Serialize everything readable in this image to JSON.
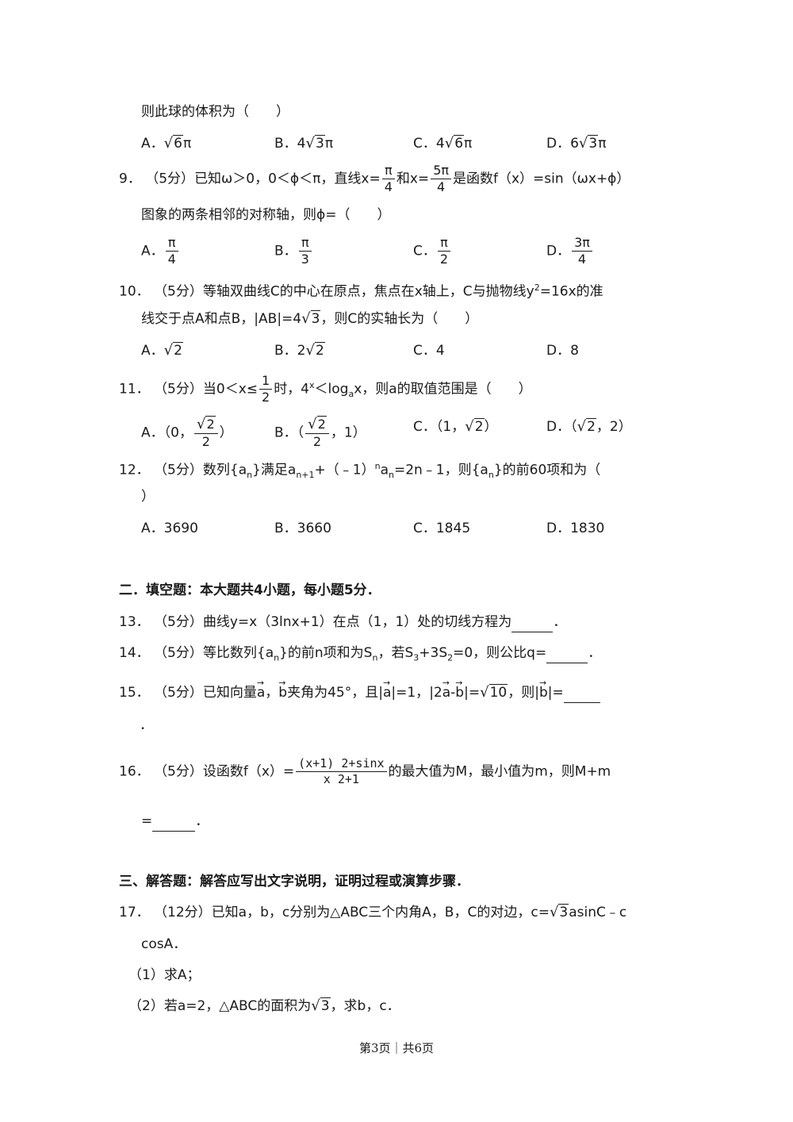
{
  "q8": {
    "cont": "则此球的体积为（　　）",
    "A_label": "A．",
    "A_coef": "",
    "A_rad": "6",
    "A_tail": "π",
    "B_label": "B．",
    "B_coef": "4",
    "B_rad": "3",
    "B_tail": "π",
    "C_label": "C．",
    "C_coef": "4",
    "C_rad": "6",
    "C_tail": "π",
    "D_label": "D．",
    "D_coef": "6",
    "D_rad": "3",
    "D_tail": "π"
  },
  "q9": {
    "num": "9．",
    "score": "（5分）",
    "t1": "已知ω＞0，0＜ϕ＜π，直线x=",
    "f1_num": "π",
    "f1_den": "4",
    "t2": "和x=",
    "f2_num": "5π",
    "f2_den": "4",
    "t3": "是函数f（x）=sin（ωx+ϕ）",
    "cont": "图象的两条相邻的对称轴，则ϕ=（　　）",
    "A_label": "A．",
    "A_num": "π",
    "A_den": "4",
    "B_label": "B．",
    "B_num": "π",
    "B_den": "3",
    "C_label": "C．",
    "C_num": "π",
    "C_den": "2",
    "D_label": "D．",
    "D_num": "3π",
    "D_den": "4"
  },
  "q10": {
    "num": "10．",
    "score": "（5分）",
    "t1": "等轴双曲线C的中心在原点，焦点在x轴上，C与抛物线y",
    "sup": "2",
    "t2": "=16x的准",
    "c1": "线交于点A和点B，",
    "c2": "|AB|=4",
    "c_rad": "3",
    "c3": "，则C的实轴长为（　　）",
    "A_label": "A．",
    "A_rad": "2",
    "B_label": "B．",
    "B_coef": "2",
    "B_rad": "2",
    "C_label": "C．",
    "C_text": "4",
    "D_label": "D．",
    "D_text": "8"
  },
  "q11": {
    "num": "11．",
    "score": "（5分）",
    "t1": "当0＜x≤",
    "f_num": "1",
    "f_den": "2",
    "t2": "时，4",
    "sup": "x",
    "t3": "＜log",
    "sub": "a",
    "t4": "x，则a的取值范围是（　　）",
    "A_label": "A．",
    "A_pre": "（0，",
    "A_rad": "2",
    "A_den": "2",
    "A_post": "）",
    "B_label": "B．",
    "B_pre": "（",
    "B_rad": "2",
    "B_den": "2",
    "B_post": "，1）",
    "C_label": "C．",
    "C_pre": "（1，",
    "C_rad": "2",
    "C_post": "）",
    "D_label": "D．",
    "D_pre": "（",
    "D_rad": "2",
    "D_post": "，2）"
  },
  "q12": {
    "num": "12．",
    "score": "（5分）",
    "t1": "数列{a",
    "s1": "n",
    "t2": "}满足a",
    "s2": "n+1",
    "t3": "+（﹣1）",
    "p1": "n",
    "t4": "a",
    "s3": "n",
    "t5": "=2n﹣1，则{a",
    "s4": "n",
    "t6": "}的前60项和为（",
    "cont": "）",
    "A": "A．3690",
    "B": "B．3660",
    "C": "C．1845",
    "D": "D．1830"
  },
  "sec2": {
    "title": "二．填空题：本大题共4小题，每小题5分．"
  },
  "q13": {
    "num": "13．",
    "score": "（5分）",
    "text": "曲线y=x（3lnx+1）在点（1，1）处的切线方程为",
    "end": "．"
  },
  "q14": {
    "num": "14．",
    "score": "（5分）",
    "t1": "等比数列{a",
    "s1": "n",
    "t2": "}的前n项和为S",
    "s2": "n",
    "t3": "，若S",
    "s3": "3",
    "t4": "+3S",
    "s4": "2",
    "t5": "=0，则公比q=",
    "end": "．"
  },
  "q15": {
    "num": "15．",
    "score": "（5分）",
    "t1": "已知向量",
    "va": "a",
    "sep": "，",
    "vb": "b",
    "t2": "夹角为45°，且",
    "t3": "|",
    "t4": "|=1，",
    "t5": "|2",
    "t6": "-",
    "t7": "|=",
    "rad": "10",
    "t8": "，则",
    "t9": "|",
    "t10": "|=",
    "cont": "．",
    "arrow": "→"
  },
  "q16": {
    "num": "16．",
    "score": "（5分）",
    "t1": "设函数f（x）=",
    "f_num": "(x+1) 2+sinx",
    "f_den": "x 2+1",
    "t2": "的最大值为M，最小值为m，则M+m",
    "cont_pre": "=",
    "end": "．"
  },
  "sec3": {
    "title": "三、解答题：解答应写出文字说明，证明过程或演算步骤．"
  },
  "q17": {
    "num": "17．",
    "score": "（12分）",
    "t1": "已知a，b，c分别为△ABC三个内角A，B，C的对边，c=",
    "rad": "3",
    "t2": "asinC﹣c",
    "cont": "cosA．",
    "p1": "（1）求A；",
    "p2_pre": "（2）若a=2，△ABC的面积为",
    "p2_rad": "3",
    "p2_post": "，求b，c．"
  },
  "footer": {
    "text": "第3页｜共6页"
  }
}
